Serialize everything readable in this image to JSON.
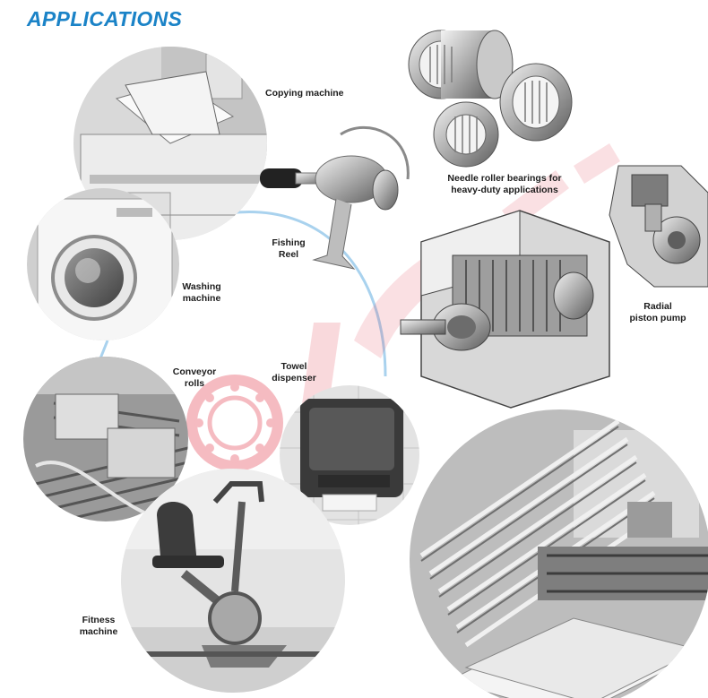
{
  "page": {
    "heading": "APPLICATIONS",
    "accent_color": "#1b83c7",
    "watermark_color": "#e34a5a"
  },
  "applications": {
    "copying_machine": "Copying machine",
    "fishing_reel": [
      "Fishing",
      "Reel"
    ],
    "washing_machine": [
      "Washing",
      "machine"
    ],
    "conveyor_rolls": [
      "Conveyor",
      "rolls"
    ],
    "towel_dispenser": [
      "Towel",
      "dispenser"
    ],
    "fitness_machine": [
      "Fitness",
      "machine"
    ],
    "needle_roller_bearings": [
      "Needle roller bearings for",
      "heavy-duty applications"
    ],
    "radial_piston_pump": [
      "Radial",
      "piston pump"
    ]
  },
  "icons": {
    "watermark": "company-logo-watermark",
    "bearing": "needle-roller-bearing-icon"
  }
}
